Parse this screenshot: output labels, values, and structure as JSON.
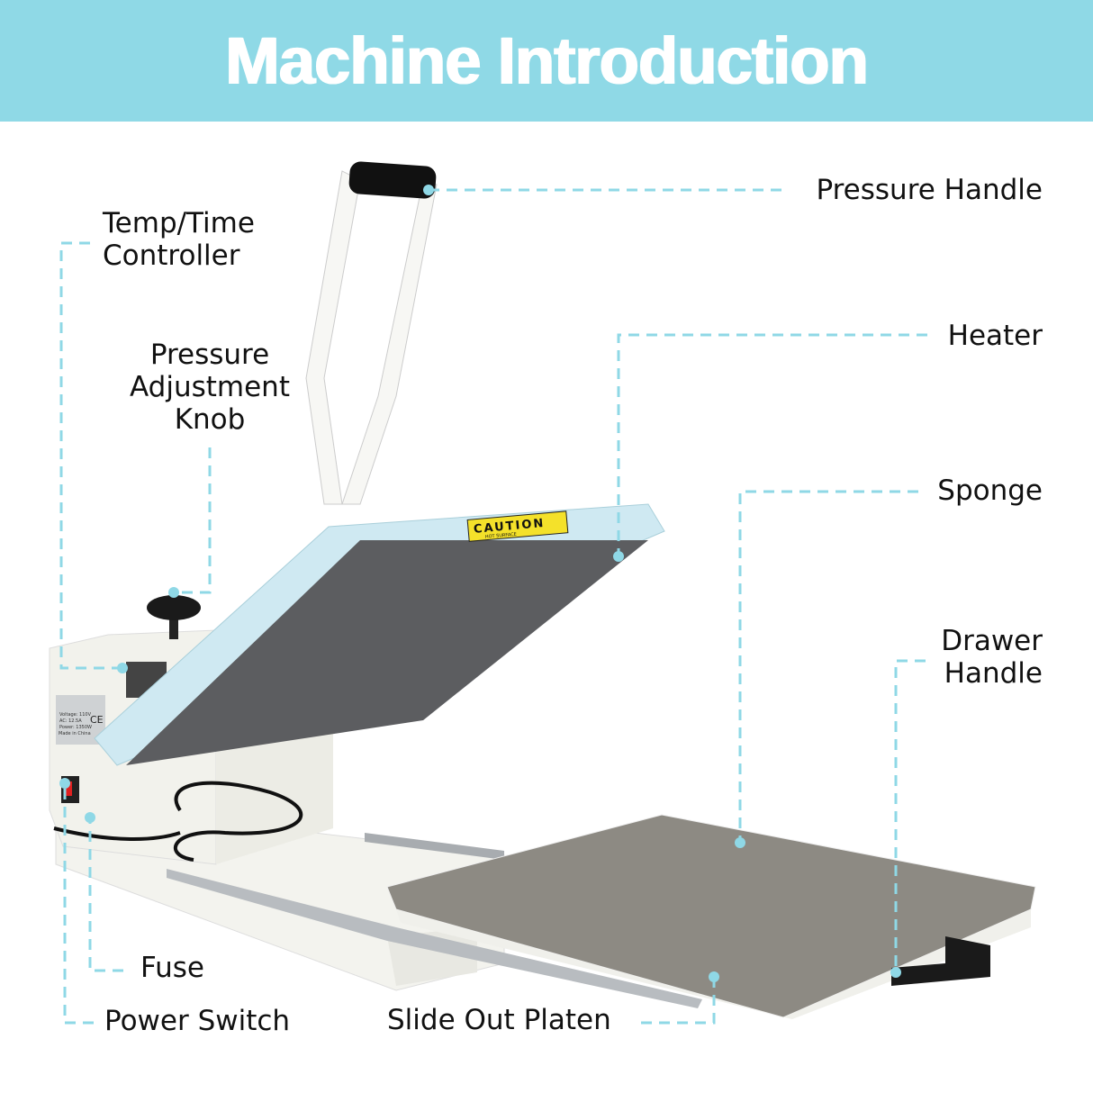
{
  "header": {
    "title": "Machine Introduction"
  },
  "colors": {
    "banner": "#8fd9e6",
    "leader_line": "#8fd8e6",
    "text": "#111111"
  },
  "callouts": {
    "pressure_handle": "Pressure Handle",
    "temp_time_controller": [
      "Temp/Time",
      "Controller"
    ],
    "pressure_adjustment_knob": [
      "Pressure",
      "Adjustment",
      "Knob"
    ],
    "heater": "Heater",
    "sponge": "Sponge",
    "drawer_handle": [
      "Drawer",
      "Handle"
    ],
    "fuse": "Fuse",
    "power_switch": "Power Switch",
    "slide_out_platen": "Slide Out Platen"
  },
  "machine_labels": {
    "caution": "CAUTION",
    "hot_surface": "HOT SURFACE",
    "rating_plate": [
      "Voltage: 110V",
      "AC: 12.5A",
      "Power: 1350W",
      "Made in China"
    ],
    "ce_mark": "CE"
  }
}
